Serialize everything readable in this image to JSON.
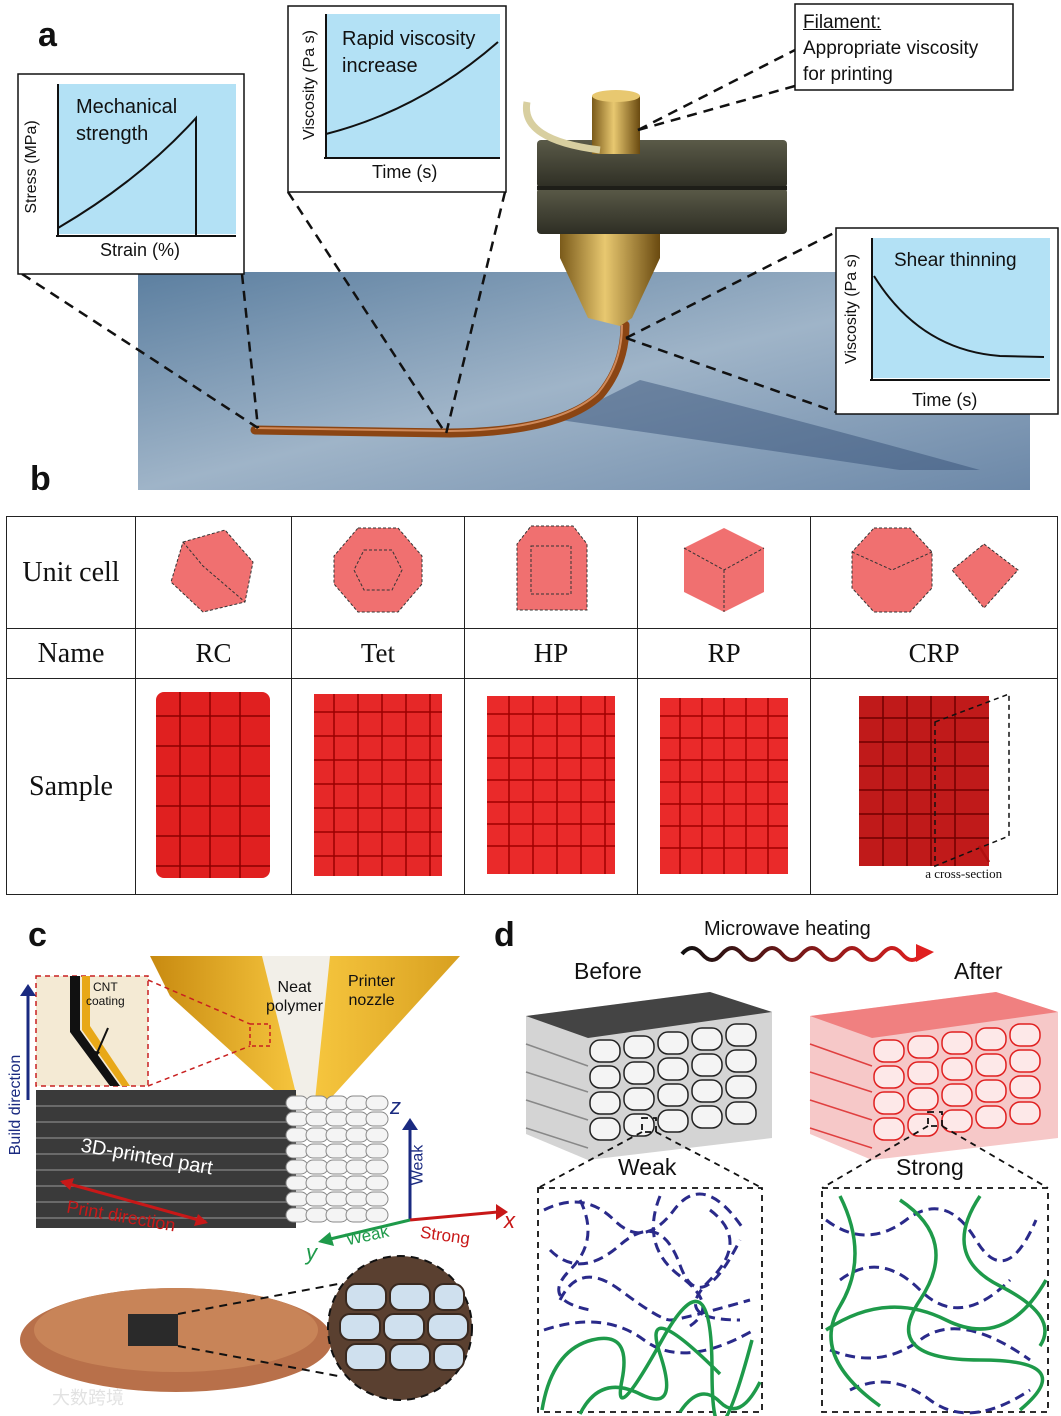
{
  "panels": {
    "a": {
      "letter": "a",
      "inset_stress": {
        "text_line1": "Mechanical",
        "text_line2": "strength",
        "xlabel": "Strain (%)",
        "ylabel": "Stress (MPa)"
      },
      "inset_viscosity_rise": {
        "text_line1": "Rapid viscosity",
        "text_line2": "increase",
        "xlabel": "Time (s)",
        "ylabel": "Viscosity (Pa s)"
      },
      "inset_shear": {
        "text": "Shear thinning",
        "xlabel": "Time (s)",
        "ylabel": "Viscosity (Pa s)"
      },
      "filament_box": {
        "title": "Filament:",
        "line1": "Appropriate viscosity",
        "line2": "for printing"
      },
      "colors": {
        "inset_bg": "#b3e1f5",
        "filament": "#a0522d",
        "nozzle_brass": "#c49a3a",
        "heater_block": "#4a4a3a"
      }
    },
    "b": {
      "letter": "b",
      "row_labels": [
        "Unit cell",
        "Name",
        "Sample"
      ],
      "names": [
        "RC",
        "Tet",
        "HP",
        "RP",
        "CRP"
      ],
      "cross_section_label": "a cross-section",
      "colors": {
        "unit_cell": "#f07070",
        "sample": "#e02020"
      }
    },
    "c": {
      "letter": "c",
      "cnt_label_line1": "CNT",
      "cnt_label_line2": "coating",
      "neat_line1": "Neat",
      "neat_line2": "polymer",
      "nozzle_line1": "Printer",
      "nozzle_line2": "nozzle",
      "build_direction": "Build direction",
      "part_label": "3D-printed part",
      "print_direction": "Print direction",
      "axis_z": "z",
      "axis_y": "y",
      "axis_x": "x",
      "weak_z": "Weak",
      "weak_y": "Weak",
      "strong_x": "Strong"
    },
    "d": {
      "letter": "d",
      "microwave": "Microwave heating",
      "before": "Before",
      "after": "After",
      "weak": "Weak",
      "strong": "Strong",
      "colors": {
        "dashed_chain": "#2a2a8a",
        "solid_chain": "#1e9a4a",
        "after_block": "#f2a0a0"
      }
    }
  },
  "watermark": "大数跨境"
}
